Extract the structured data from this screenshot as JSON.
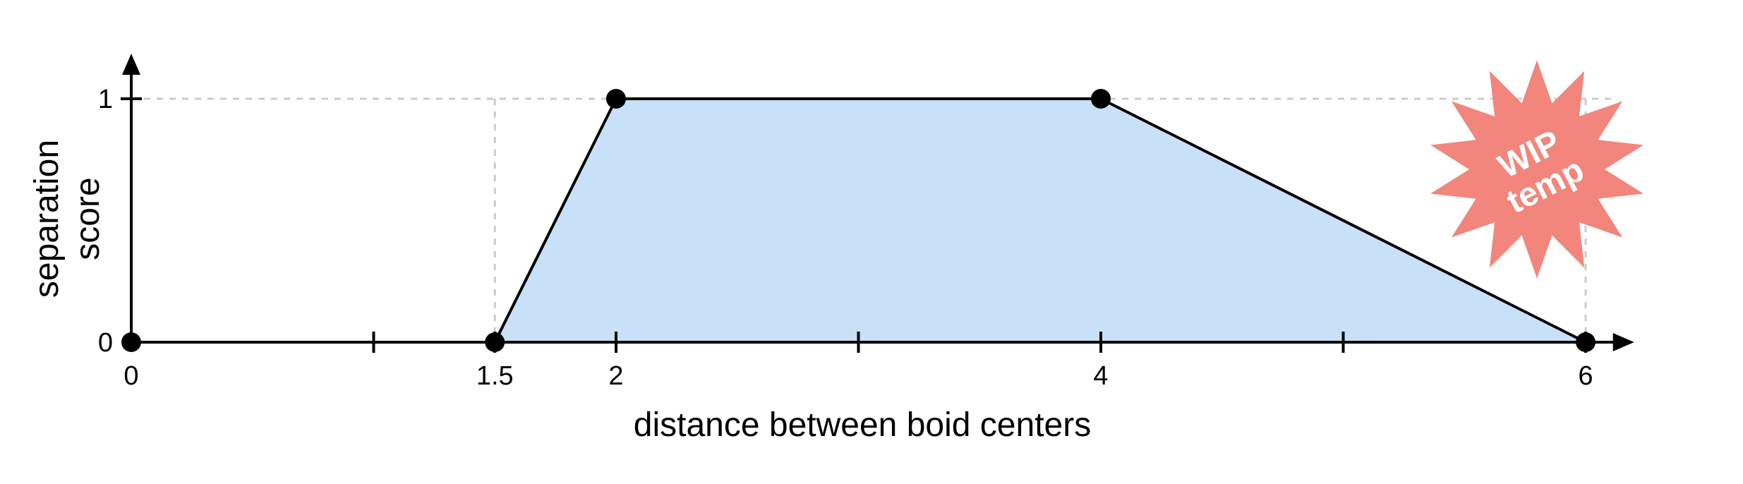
{
  "chart_data": {
    "type": "area",
    "xlabel": "distance between boid centers",
    "ylabel": [
      "separation",
      "score"
    ],
    "xlim": [
      0,
      6.2
    ],
    "ylim": [
      0,
      1.2
    ],
    "x_ticks": [
      {
        "value": 0,
        "label": "0"
      },
      {
        "value": 1,
        "label": ""
      },
      {
        "value": 1.5,
        "label": "1.5"
      },
      {
        "value": 2,
        "label": "2"
      },
      {
        "value": 3,
        "label": ""
      },
      {
        "value": 4,
        "label": "4"
      },
      {
        "value": 5,
        "label": ""
      },
      {
        "value": 6,
        "label": "6"
      }
    ],
    "y_ticks": [
      {
        "value": 0,
        "label": "0"
      },
      {
        "value": 1,
        "label": "1"
      }
    ],
    "x_reference_lines": [
      1.5,
      2,
      4,
      6
    ],
    "y_reference_lines": [
      1
    ],
    "series": [
      {
        "values": [
          [
            1.5,
            0
          ],
          [
            2,
            1
          ],
          [
            4,
            1
          ],
          [
            6,
            0
          ]
        ]
      }
    ],
    "points": [
      [
        0,
        0
      ],
      [
        1.5,
        0
      ],
      [
        2,
        1
      ],
      [
        4,
        1
      ],
      [
        6,
        0
      ]
    ],
    "annotation": {
      "lines": [
        "WIP",
        "temp"
      ],
      "shape": "starburst"
    },
    "colors": {
      "fill": "#c9e1f8",
      "line": "#000000",
      "grid": "#cccccc",
      "stamp": "#f2867c"
    }
  }
}
